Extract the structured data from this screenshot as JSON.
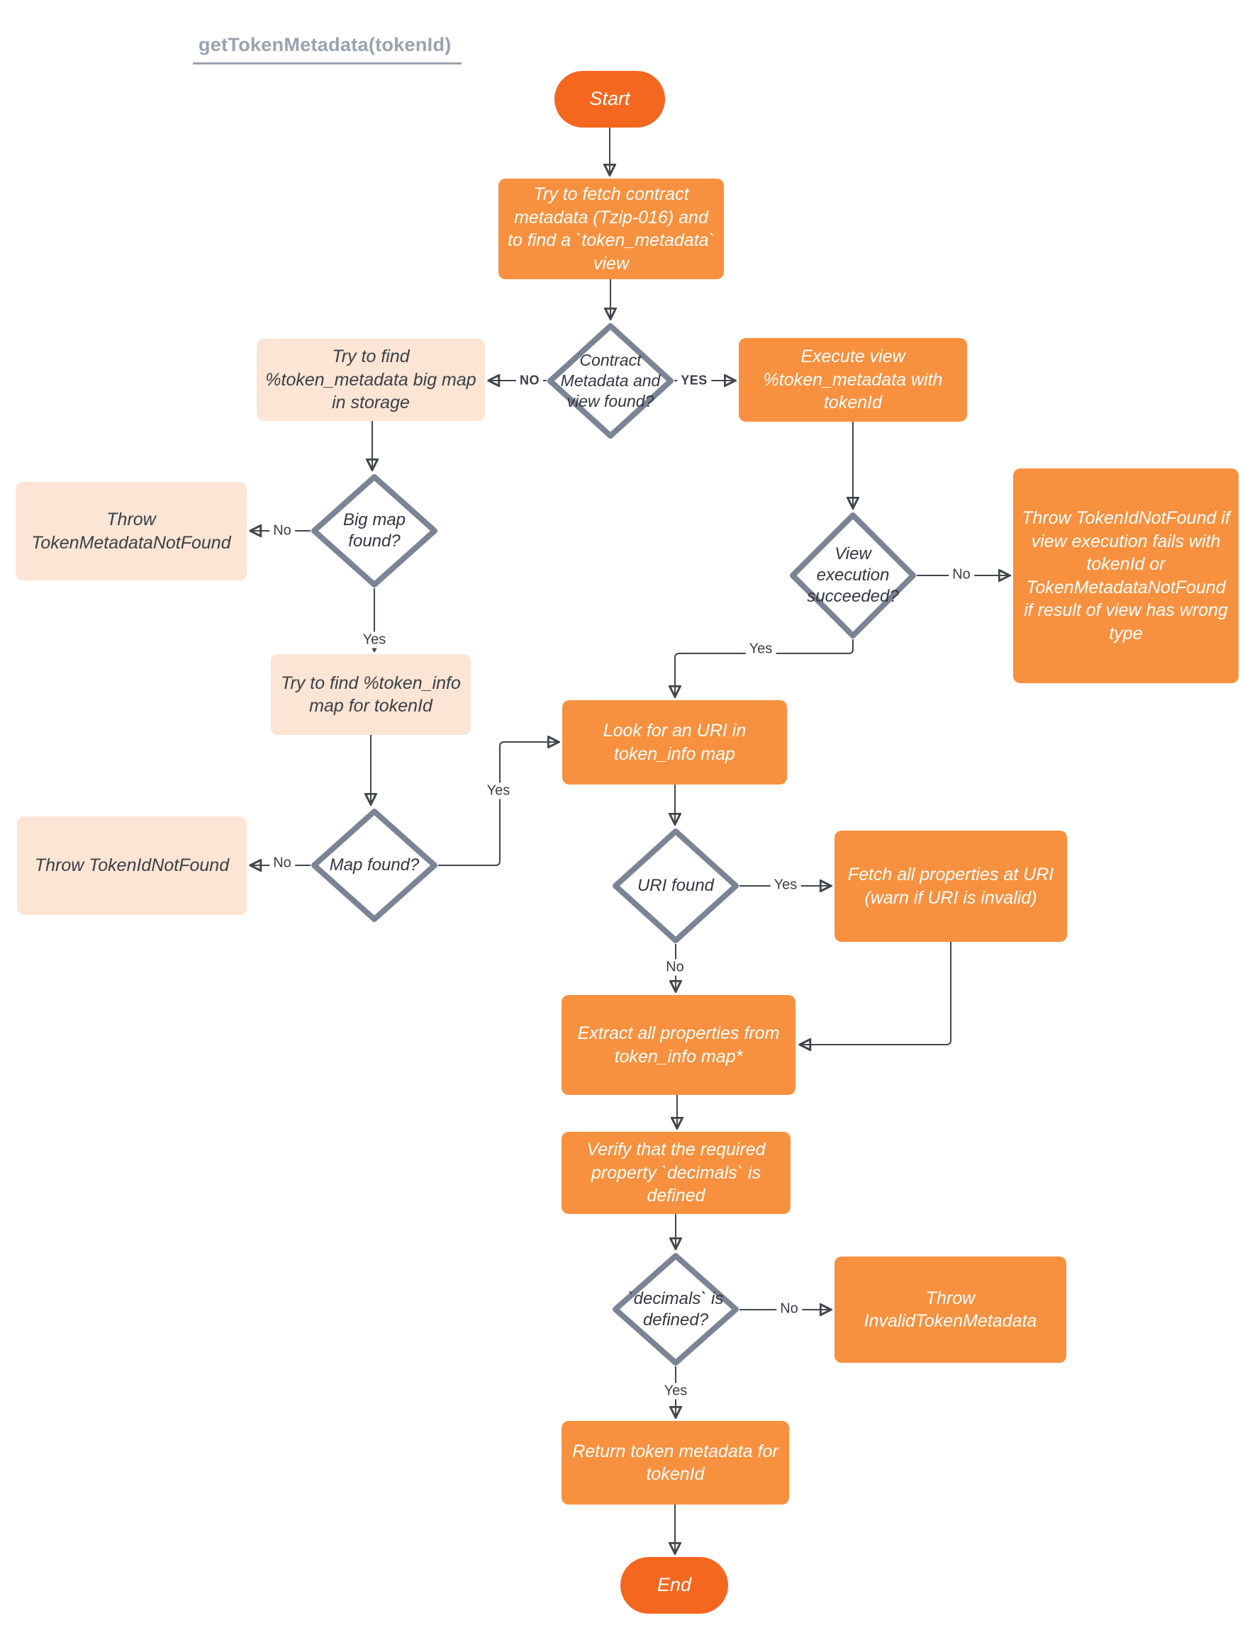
{
  "title": "getTokenMetadata(tokenId)",
  "colors": {
    "terminator_fill": "#f4671f",
    "process_fill": "#f8913f",
    "note_fill": "#fce5d5",
    "diamond_border": "#7b8494",
    "diamond_text": "#33373d",
    "note_text": "#3b4046",
    "connector": "#41464d",
    "title_color": "#9aa1af"
  },
  "nodes": {
    "start": {
      "type": "terminator",
      "label": "Start"
    },
    "fetch_contract": {
      "type": "process",
      "label": "Try to fetch contract metadata (Tzip-016) and to find a `token_metadata` view"
    },
    "contract_found": {
      "type": "decision",
      "label": "Contract Metadata and view found?"
    },
    "find_bigmap": {
      "type": "note",
      "label": "Try to find %token_metadata big map in storage"
    },
    "execute_view": {
      "type": "process",
      "label": "Execute view %token_metadata with tokenId"
    },
    "bigmap_found": {
      "type": "decision",
      "label": "Big map found?"
    },
    "throw_token_metadata_not_found": {
      "type": "note",
      "label": "Throw TokenMetadataNotFound"
    },
    "find_token_info": {
      "type": "note",
      "label": "Try to find %token_info map for tokenId"
    },
    "map_found": {
      "type": "decision",
      "label": "Map found?"
    },
    "throw_token_id_not_found": {
      "type": "note",
      "label": "Throw TokenIdNotFound"
    },
    "view_exec_succeeded": {
      "type": "decision",
      "label": "View execution succeeded?"
    },
    "throw_view_errors": {
      "type": "process",
      "label": "Throw TokenIdNotFound if view execution fails with tokenId or TokenMetadataNotFound if result of view has wrong type"
    },
    "look_uri": {
      "type": "process",
      "label": "Look for an URI in token_info map"
    },
    "uri_found": {
      "type": "decision",
      "label": "URI found"
    },
    "fetch_props": {
      "type": "process",
      "label": "Fetch all properties at URI (warn if URI is invalid)"
    },
    "extract_props": {
      "type": "process",
      "label": "Extract all properties from token_info map*"
    },
    "verify_decimals": {
      "type": "process",
      "label": "Verify that the required property `decimals` is defined"
    },
    "decimals_defined": {
      "type": "decision",
      "label": "`decimals` is defined?"
    },
    "throw_invalid": {
      "type": "process",
      "label": "Throw InvalidTokenMetadata"
    },
    "return_meta": {
      "type": "process",
      "label": "Return token metadata for tokenId"
    },
    "end": {
      "type": "terminator",
      "label": "End"
    }
  },
  "edges": [
    {
      "from": "start",
      "to": "fetch_contract",
      "label": ""
    },
    {
      "from": "fetch_contract",
      "to": "contract_found",
      "label": ""
    },
    {
      "from": "contract_found",
      "to": "find_bigmap",
      "label": "NO"
    },
    {
      "from": "contract_found",
      "to": "execute_view",
      "label": "YES"
    },
    {
      "from": "find_bigmap",
      "to": "bigmap_found",
      "label": ""
    },
    {
      "from": "bigmap_found",
      "to": "throw_token_metadata_not_found",
      "label": "No"
    },
    {
      "from": "bigmap_found",
      "to": "find_token_info",
      "label": "Yes"
    },
    {
      "from": "find_token_info",
      "to": "map_found",
      "label": ""
    },
    {
      "from": "map_found",
      "to": "throw_token_id_not_found",
      "label": "No"
    },
    {
      "from": "map_found",
      "to": "look_uri",
      "label": "Yes"
    },
    {
      "from": "execute_view",
      "to": "view_exec_succeeded",
      "label": ""
    },
    {
      "from": "view_exec_succeeded",
      "to": "throw_view_errors",
      "label": "No"
    },
    {
      "from": "view_exec_succeeded",
      "to": "look_uri",
      "label": "Yes"
    },
    {
      "from": "look_uri",
      "to": "uri_found",
      "label": ""
    },
    {
      "from": "uri_found",
      "to": "fetch_props",
      "label": "Yes"
    },
    {
      "from": "uri_found",
      "to": "extract_props",
      "label": "No"
    },
    {
      "from": "fetch_props",
      "to": "extract_props",
      "label": ""
    },
    {
      "from": "extract_props",
      "to": "verify_decimals",
      "label": ""
    },
    {
      "from": "verify_decimals",
      "to": "decimals_defined",
      "label": ""
    },
    {
      "from": "decimals_defined",
      "to": "throw_invalid",
      "label": "No"
    },
    {
      "from": "decimals_defined",
      "to": "return_meta",
      "label": "Yes"
    },
    {
      "from": "return_meta",
      "to": "end",
      "label": ""
    }
  ]
}
